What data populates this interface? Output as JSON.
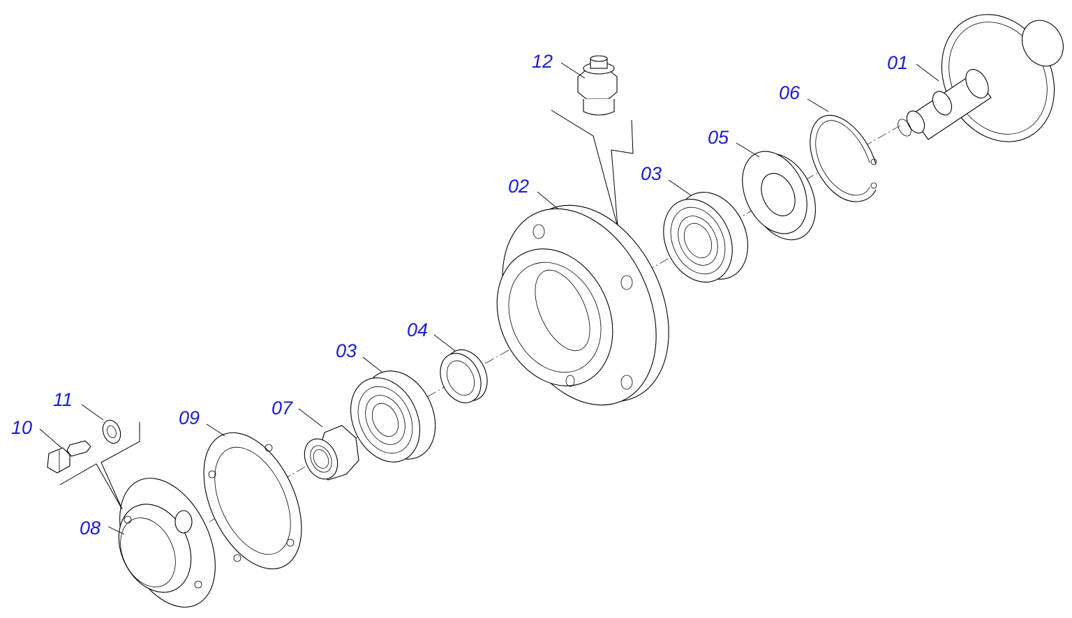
{
  "labels": {
    "p01": "01",
    "p02": "02",
    "p03a": "03",
    "p03b": "03",
    "p04": "04",
    "p05": "05",
    "p06": "06",
    "p07": "07",
    "p08": "08",
    "p09": "09",
    "p10": "10",
    "p11": "11",
    "p12": "12"
  },
  "colors": {
    "label": "#1b1bd6",
    "line": "#000000",
    "background": "#ffffff"
  }
}
